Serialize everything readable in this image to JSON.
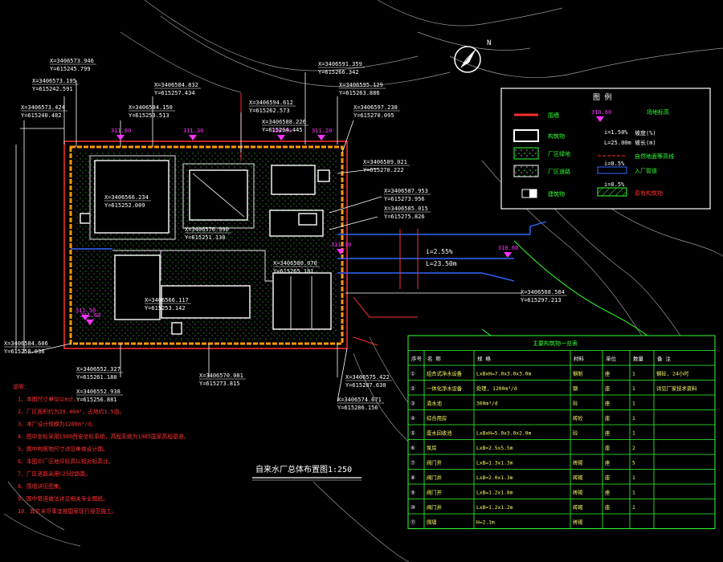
{
  "drawing": {
    "title": "自来水厂总体布置图1:250",
    "north_arrow": "north-arrow-icon",
    "colors": {
      "background": "#000000",
      "site_boundary": "#ff3030",
      "wall": "#ff9900",
      "green": "#33ff33",
      "coord": "#ffffff",
      "elevation": "#ff33ff",
      "pipe": "#3366ff",
      "table": "#33ff33"
    }
  },
  "coordinates": [
    {
      "x": "X=3406573.946",
      "y": "Y=615245.799"
    },
    {
      "x": "X=3406573.195",
      "y": "Y=615242.591"
    },
    {
      "x": "X=3406573.424",
      "y": "Y=615240.482"
    },
    {
      "x": "X=3406584.832",
      "y": "Y=615257.434"
    },
    {
      "x": "X=3406584.150",
      "y": "Y=615253.513"
    },
    {
      "x": "X=3406594.612",
      "y": "Y=615262.573"
    },
    {
      "x": "X=3406591.359",
      "y": "Y=615266.342"
    },
    {
      "x": "X=3406595.129",
      "y": "Y=615263.886"
    },
    {
      "x": "X=3406597.238",
      "y": "Y=615270.095"
    },
    {
      "x": "X=3406588.226",
      "y": "Y=615264.445"
    },
    {
      "x": "X=3406589.021",
      "y": "Y=615270.222"
    },
    {
      "x": "X=3406587.953",
      "y": "Y=615273.956"
    },
    {
      "x": "X=3406585.015",
      "y": "Y=615275.826"
    },
    {
      "x": "X=3406566.234",
      "y": "Y=615252.009"
    },
    {
      "x": "X=3406576.990",
      "y": "Y=615251.130"
    },
    {
      "x": "X=3406580.070",
      "y": "Y=615265.181"
    },
    {
      "x": "X=3406566.117",
      "y": "Y=615253.142"
    },
    {
      "x": "X=3406584.606",
      "y": "Y=615258.036"
    },
    {
      "x": "X=3406552.327",
      "y": "Y=615261.180"
    },
    {
      "x": "X=3406552.938",
      "y": "Y=615256.881"
    },
    {
      "x": "X=3406570.081",
      "y": "Y=615273.815"
    },
    {
      "x": "X=3406575.422",
      "y": "Y=615287.630"
    },
    {
      "x": "X=3406574.671",
      "y": "Y=615286.156"
    },
    {
      "x": "X=3406568.584",
      "y": "Y=615297.213"
    }
  ],
  "elevations": [
    "311.60",
    "311.30",
    "311.20",
    "310.60",
    "311.60",
    "311.50",
    "311.30",
    "310.60"
  ],
  "pipe_labels": {
    "slope": "i=2.55%",
    "length": "L=23.50m"
  },
  "legend": {
    "title": "图 例",
    "items": [
      {
        "label": "围墙",
        "desc": ""
      },
      {
        "label": "构筑物",
        "desc": "i=1.50%"
      },
      {
        "label": "厂区绿地",
        "desc": "L=25.00m"
      },
      {
        "label": "厂区道路",
        "desc": "i=0.5%"
      },
      {
        "label": "建筑物",
        "desc": "i=0.5%"
      }
    ],
    "right_labels": [
      "场地标高",
      "坡度(%)",
      "坡长(m)",
      "自然地面等高线",
      "入厂管道",
      "原有构筑物"
    ],
    "elevation_sample": "310.60"
  },
  "table": {
    "title": "主要构筑物一览表",
    "headers": [
      "序号",
      "名 称",
      "规 格",
      "材料",
      "单位",
      "数量",
      "备 注"
    ],
    "rows": [
      [
        "①",
        "组合式净水设备",
        "LxBxH=7.0x3.0x3.0m",
        "钢制",
        "座",
        "1",
        "钢砼, 24小时"
      ],
      [
        "②",
        "一体化净水设备",
        "处理, 1200m³/d",
        "钢",
        "座",
        "1",
        "详见厂家技术资料"
      ],
      [
        "③",
        "清水池",
        "300m³/d",
        "砼",
        "座",
        "1",
        ""
      ],
      [
        "④",
        "综合用房",
        "",
        "砖砼",
        "座",
        "1",
        ""
      ],
      [
        "⑤",
        "废水回收池",
        "LxBxH=5.0x3.0x2.0m",
        "砼",
        "座",
        "1",
        ""
      ],
      [
        "⑥",
        "泵房",
        "LxB=2.5x5.5m",
        "",
        "座",
        "2",
        ""
      ],
      [
        "⑦",
        "阀门井",
        "LxB=1.3x1.3m",
        "砖砌",
        "座",
        "5",
        ""
      ],
      [
        "⑧",
        "阀门井",
        "LxB=2.0x1.3m",
        "砖砌",
        "座",
        "1",
        ""
      ],
      [
        "⑨",
        "阀门井",
        "LxB=1.2x1.8m",
        "砖砌",
        "座",
        "1",
        ""
      ],
      [
        "⑩",
        "阀门井",
        "LxB=1.2x1.2m",
        "砖砌",
        "座",
        "1",
        ""
      ],
      [
        "⑪",
        "围墙",
        "H=2.1m",
        "砖砌",
        "",
        "",
        ""
      ]
    ]
  },
  "notes": [
    "说明：",
    "1、本图尺寸单位以m计。",
    "2、厂区面积约为29.46m²，占地约1.5亩。",
    "3、本厂设计规模为1200m³/d。",
    "4、图中坐标采用1980西安坐标系统，高程系统为1985国家高程基准。",
    "5、图中构筑物尺寸详见单体设计图。",
    "6、本图中厂区地坪标高以相对标高计。",
    "7、厂区道路采用C25砼路面。",
    "8、围墙详见图集。",
    "9、图中管道做法详见相关专业图纸。",
    "10、其它未尽事宜按国家现行规范施工。"
  ]
}
